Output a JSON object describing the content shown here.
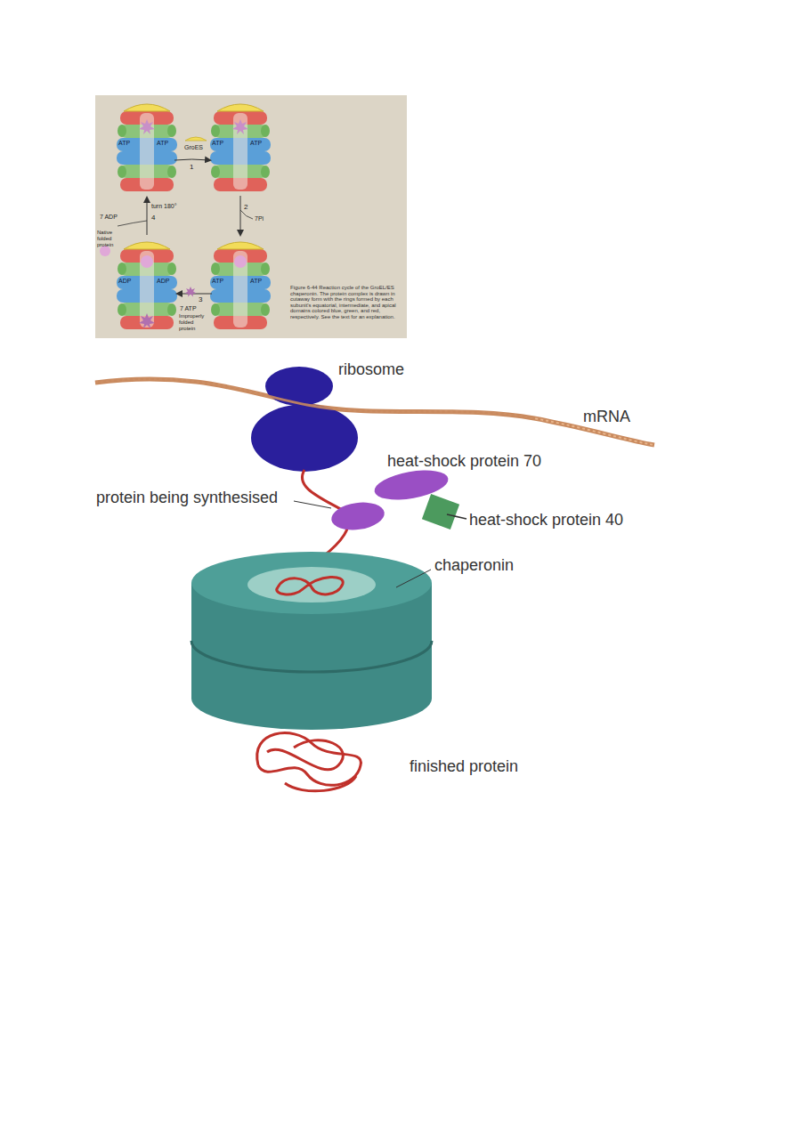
{
  "diagram": {
    "caption": "Figure 6-44 Reaction cycle of the GroEL/ES chaperonin. The protein complex is drawn in cutaway form with the rings formed by each subunit's equatorial, intermediate, and apical domains colored blue, green, and red, respectively. See the text for an explanation.",
    "labels": [
      "GroES",
      "1",
      "ATP",
      "ATP",
      "ATP",
      "ATP",
      "2",
      "7Pi",
      "ATP",
      "ATP",
      "3",
      "7 ATP",
      "Improperly folded protein",
      "ADP",
      "ADP",
      "4",
      "turn 180°",
      "7 ADP",
      "Native folded protein",
      "ribosome",
      "mRNA",
      "heat-shock protein 70",
      "heat-shock protein 40",
      "protein being synthesised",
      "chaperonin",
      "finished protein"
    ]
  }
}
